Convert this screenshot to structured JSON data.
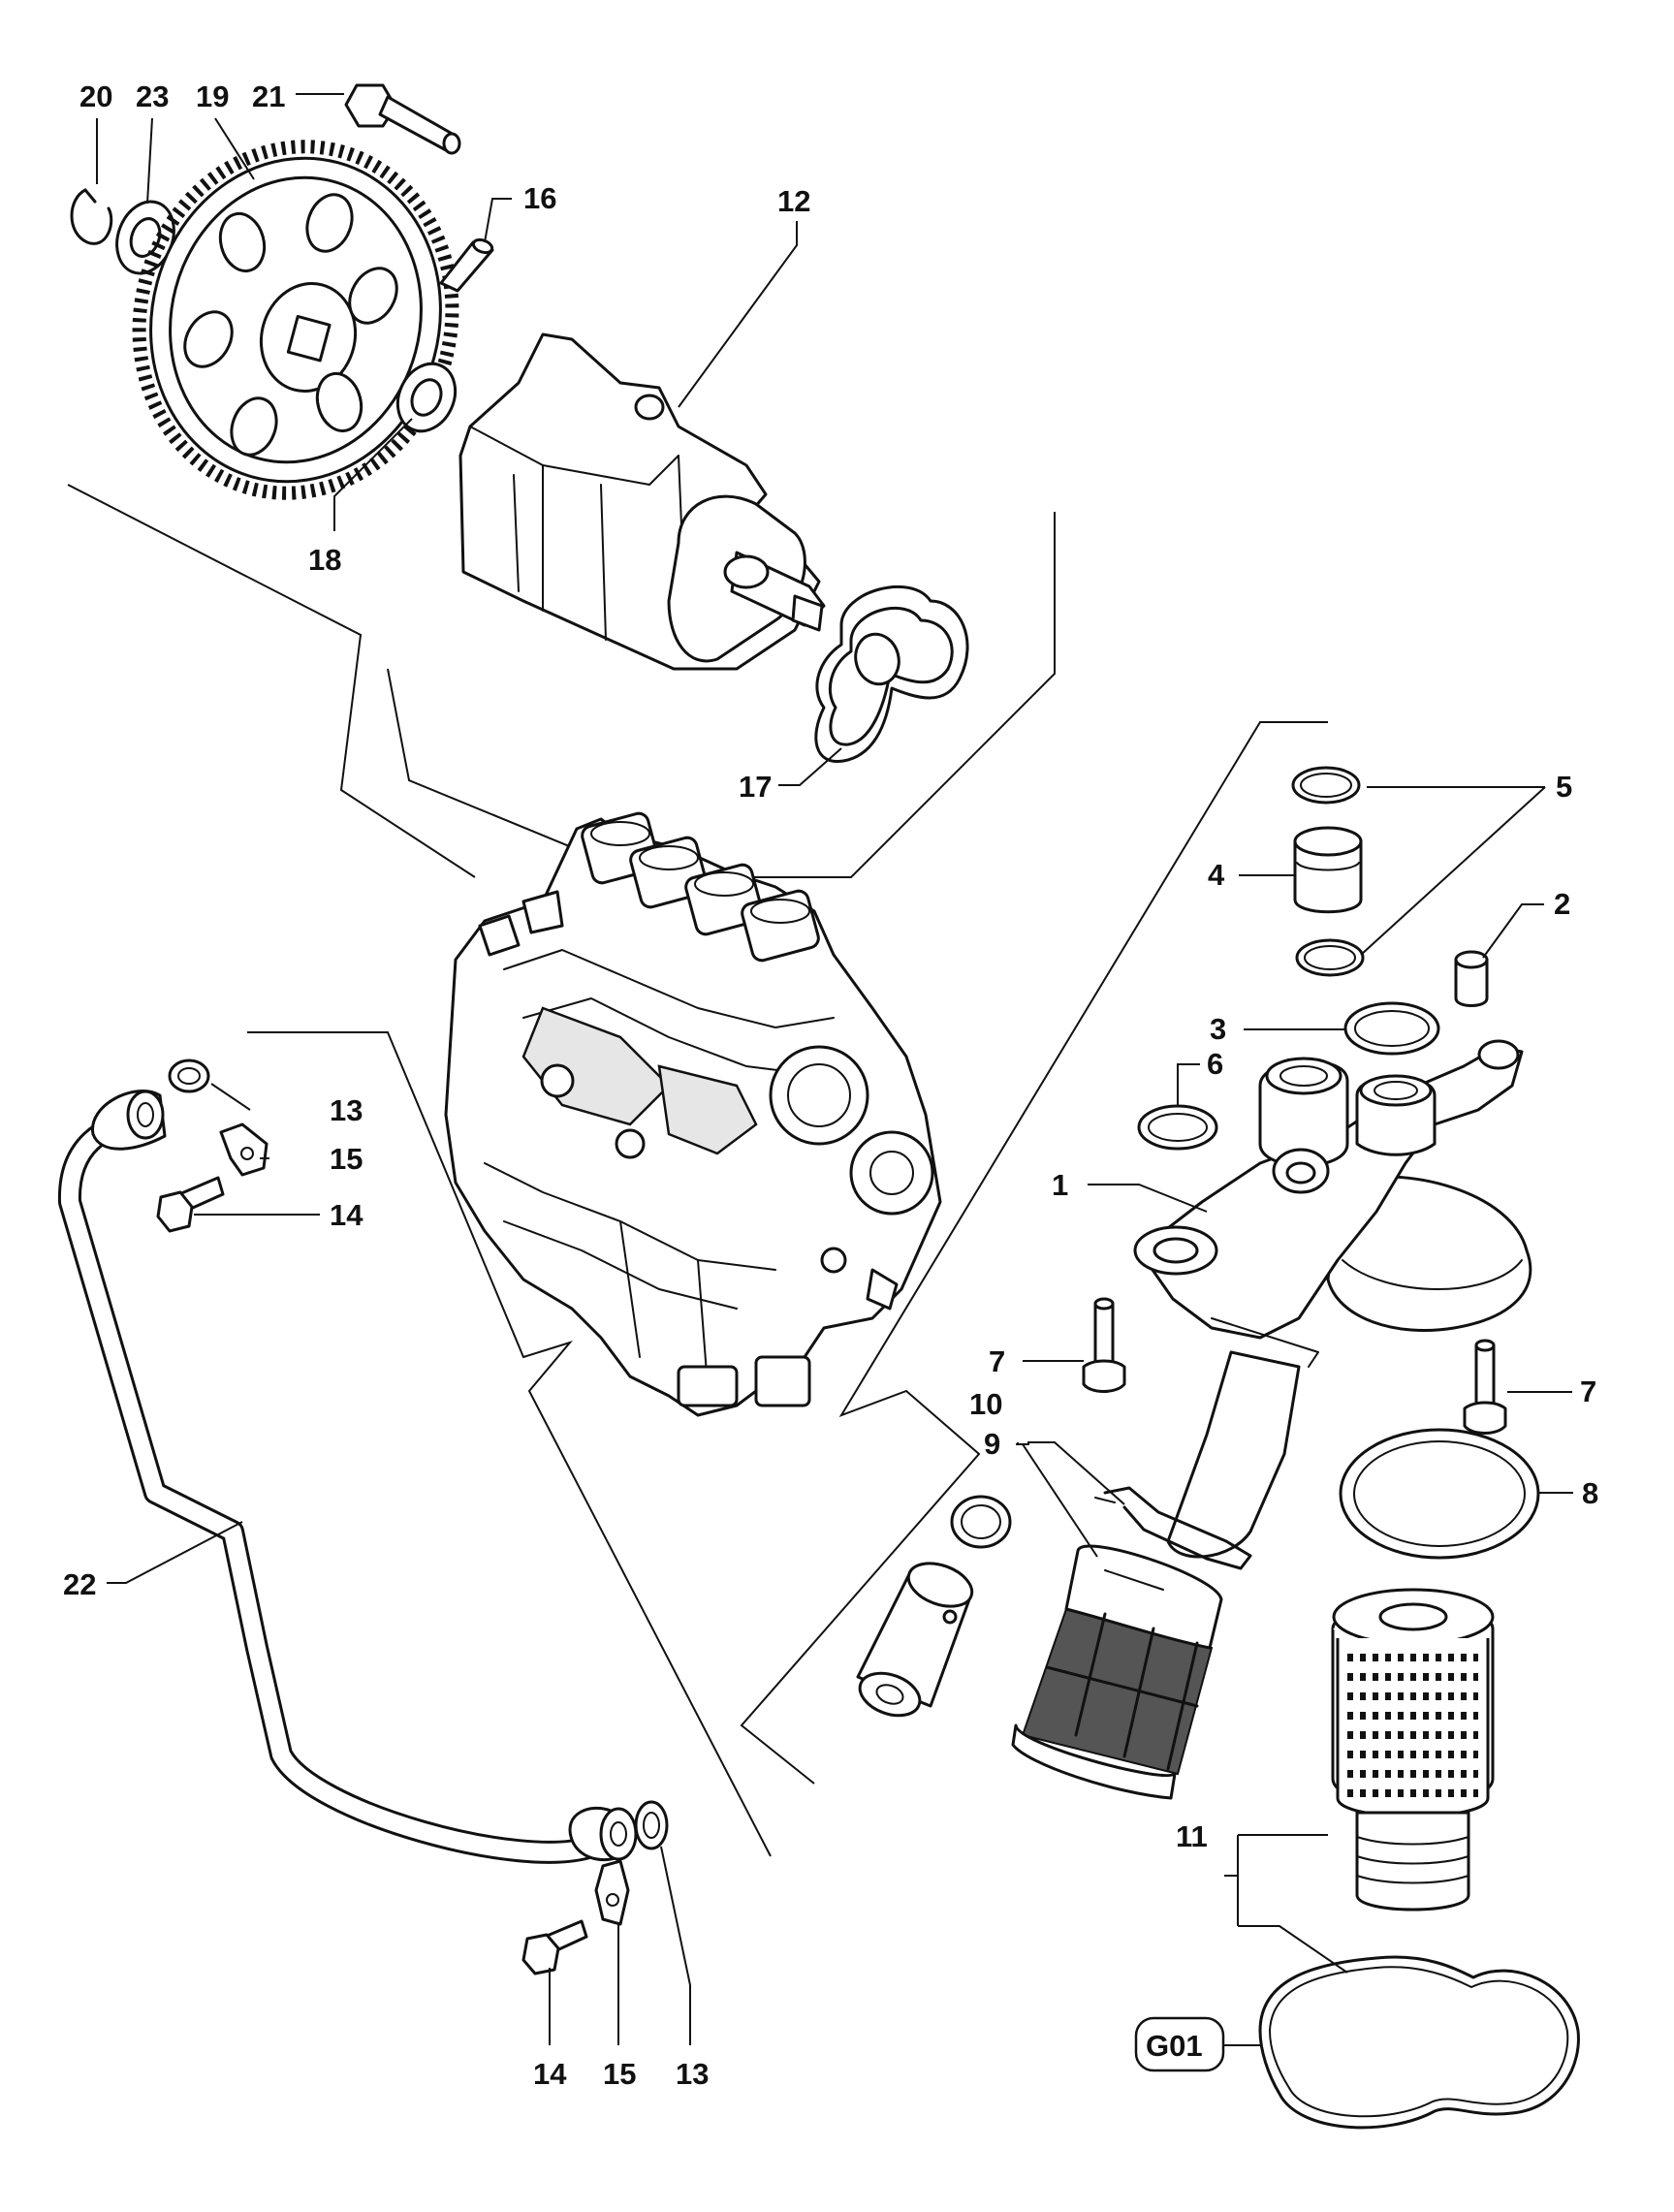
{
  "labels": {
    "l1": "1",
    "l2": "2",
    "l3": "3",
    "l4": "4",
    "l5": "5",
    "l6": "6",
    "l7a": "7",
    "l7b": "7",
    "l8": "8",
    "l9": "9",
    "l10": "10",
    "l11": "11",
    "l12": "12",
    "l13a": "13",
    "l13b": "13",
    "l14a": "14",
    "l14b": "14",
    "l15a": "15",
    "l15b": "15",
    "l16": "16",
    "l17": "17",
    "l18": "18",
    "l19": "19",
    "l20": "20",
    "l21": "21",
    "l22": "22",
    "l23": "23"
  },
  "reference": {
    "code": "G01"
  }
}
